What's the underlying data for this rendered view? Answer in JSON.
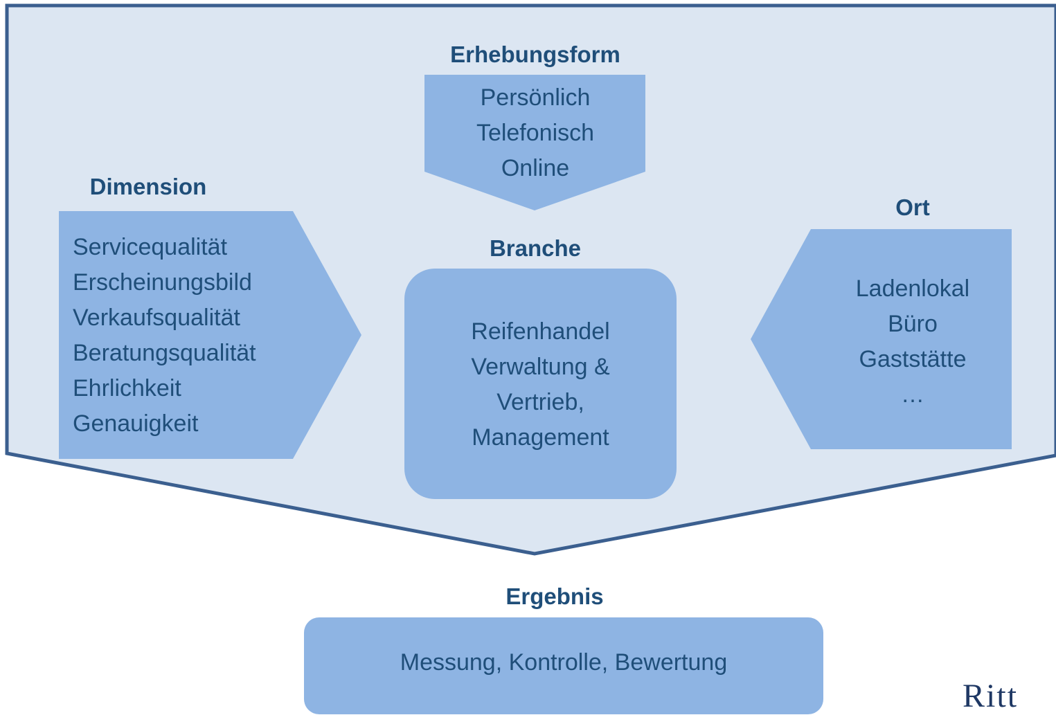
{
  "erhebungsform": {
    "title": "Erhebungsform",
    "items": [
      "Persönlich",
      "Telefonisch",
      "Online"
    ]
  },
  "dimension": {
    "title": "Dimension",
    "items": [
      "Servicequalität",
      "Erscheinungsbild",
      "Verkaufsqualität",
      "Beratungsqualität",
      "Ehrlichkeit",
      "Genauigkeit"
    ]
  },
  "branche": {
    "title": "Branche",
    "items": [
      "Reifenhandel",
      "Verwaltung &",
      "Vertrieb,",
      "Management"
    ]
  },
  "ort": {
    "title": "Ort",
    "items": [
      "Ladenlokal",
      "Büro",
      "Gaststätte",
      "…"
    ]
  },
  "ergebnis": {
    "title": "Ergebnis",
    "text": "Messung, Kontrolle, Bewertung"
  },
  "logo": {
    "text": "Ritt"
  },
  "colors": {
    "background_panel": "#dce6f2",
    "panel_border": "#3b5f8f",
    "shape_fill": "#8eb4e3",
    "text": "#1f4e79"
  }
}
